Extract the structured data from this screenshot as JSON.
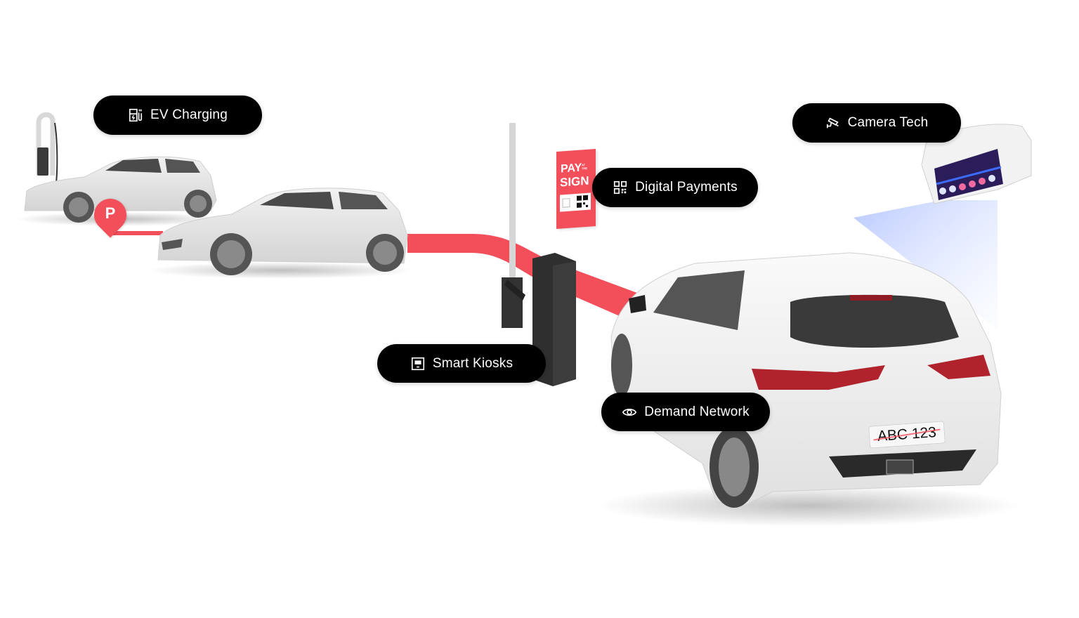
{
  "colors": {
    "accent": "#f34f5b",
    "pill_bg": "#000000",
    "pill_text": "#ffffff",
    "background": "#ffffff",
    "camera_beam": "#9fb7ff",
    "kiosk": "#2f2f2f"
  },
  "labels": {
    "ev_charging": {
      "text": "EV Charging",
      "icon": "ev-charger-icon"
    },
    "camera_tech": {
      "text": "Camera Tech",
      "icon": "cctv-camera-icon"
    },
    "digital_payments": {
      "text": "Digital Payments",
      "icon": "qr-code-icon"
    },
    "smart_kiosks": {
      "text": "Smart Kiosks",
      "icon": "kiosk-screen-icon"
    },
    "demand_network": {
      "text": "Demand Network",
      "icon": "eye-icon"
    }
  },
  "pay_sign": {
    "line1": "PAY",
    "line1_small": "AT THE",
    "line2": "SIGN"
  },
  "parking_pin": {
    "text": "P"
  },
  "license_plate": {
    "text": "ABC 123"
  }
}
